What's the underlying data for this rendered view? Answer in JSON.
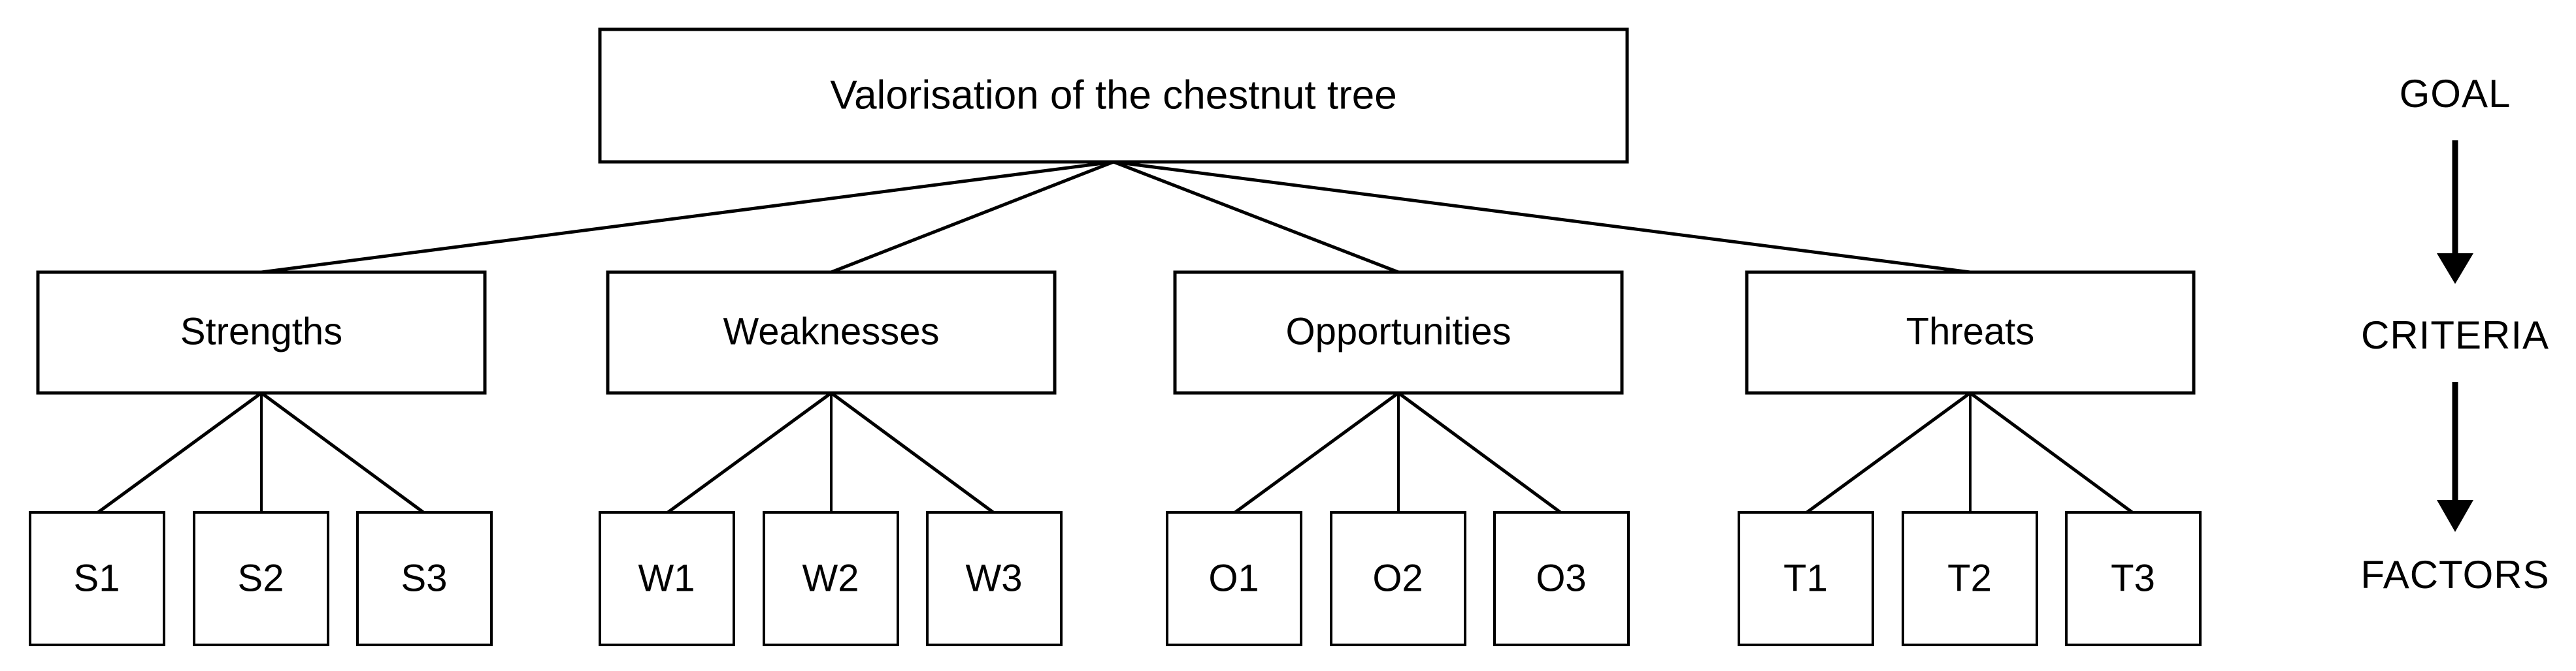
{
  "diagram": {
    "type": "hierarchy-tree",
    "title_text": "Valorisation of the chestnut tree",
    "goal": {
      "label": "Valorisation of the chestnut tree"
    },
    "criteria": [
      {
        "label": "Strengths"
      },
      {
        "label": "Weaknesses"
      },
      {
        "label": "Opportunities"
      },
      {
        "label": "Threats"
      }
    ],
    "factors": [
      {
        "label": "S1"
      },
      {
        "label": "S2"
      },
      {
        "label": "S3"
      },
      {
        "label": "W1"
      },
      {
        "label": "W2"
      },
      {
        "label": "W3"
      },
      {
        "label": "O1"
      },
      {
        "label": "O2"
      },
      {
        "label": "O3"
      },
      {
        "label": "T1"
      },
      {
        "label": "T2"
      },
      {
        "label": "T3"
      }
    ],
    "legend": {
      "levels": [
        {
          "label": "GOAL"
        },
        {
          "label": "CRITERIA"
        },
        {
          "label": "FACTORS"
        }
      ]
    },
    "colors": {
      "stroke": "#000000",
      "fill": "#ffffff",
      "background": "#ffffff",
      "text": "#000000"
    }
  }
}
